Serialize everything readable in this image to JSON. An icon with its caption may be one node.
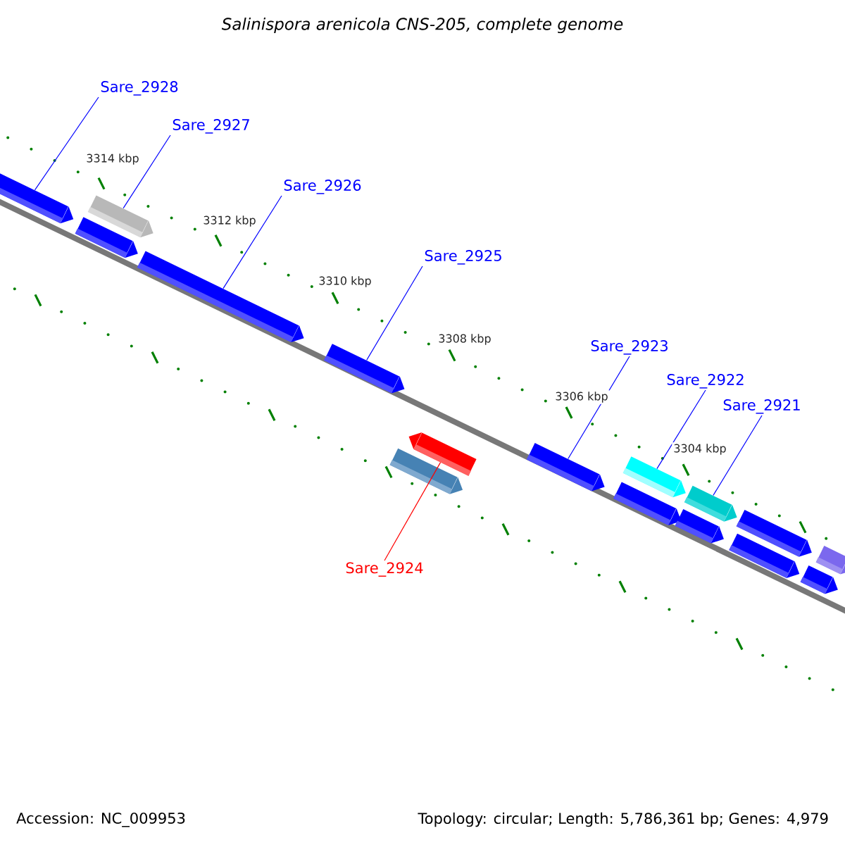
{
  "diagram": {
    "title": "Salinispora arenicola CNS-205, complete genome",
    "nodes": [
      {
        "text": [
          "Sare_2928"
        ]
      },
      {
        "text": [
          "Sare_2927"
        ]
      },
      {
        "text": [
          "Sare_2926"
        ]
      },
      {
        "text": [
          "Sare_2925"
        ]
      },
      {
        "text": [
          "Sare_2923"
        ]
      },
      {
        "text": [
          "Sare_2922"
        ]
      },
      {
        "text": [
          "Sare_2921"
        ]
      },
      {
        "text": [
          "Sare_2924"
        ]
      },
      {
        "text": [],
        "shape": "bar"
      },
      {
        "text": [],
        "shape": "bar"
      },
      {
        "text": [],
        "shape": "bar"
      },
      {
        "text": [],
        "shape": "bar"
      },
      {
        "text": [],
        "shape": "bar"
      },
      {
        "text": [],
        "shape": "bar"
      },
      {
        "text": [],
        "shape": "bar"
      },
      {
        "text": [],
        "shape": "bar"
      },
      {
        "text": [],
        "shape": "bar"
      },
      {
        "text": [],
        "shape": "bar"
      },
      {
        "text": [],
        "shape": "bar"
      },
      {
        "text": [],
        "shape": "bar"
      },
      {
        "text": [],
        "shape": "bar"
      },
      {
        "text": [],
        "shape": "bar"
      },
      {
        "text": [],
        "shape": "bar"
      },
      {
        "text": [],
        "shape": "bar"
      }
    ],
    "edges": [
      {
        "from": 0,
        "to": 8,
        "arrow": "none"
      },
      {
        "from": 1,
        "to": 10,
        "arrow": "none"
      },
      {
        "from": 2,
        "to": 11,
        "arrow": "none"
      },
      {
        "from": 3,
        "to": 12,
        "arrow": "none"
      },
      {
        "from": 4,
        "to": 15,
        "arrow": "none"
      },
      {
        "from": 5,
        "to": 17,
        "arrow": "none"
      },
      {
        "from": 6,
        "to": 19,
        "arrow": "none"
      },
      {
        "from": 7,
        "to": 14,
        "arrow": "none",
        "color": "#ff0000"
      }
    ],
    "labels": [
      "3314 kbp",
      "3312 kbp",
      "3310 kbp",
      "3308 kbp",
      "3306 kbp",
      "3304 kbp",
      "Accession: NC_009953",
      "Topology: circular; Length: 5,786,361 bp; Genes: 4,979"
    ]
  }
}
